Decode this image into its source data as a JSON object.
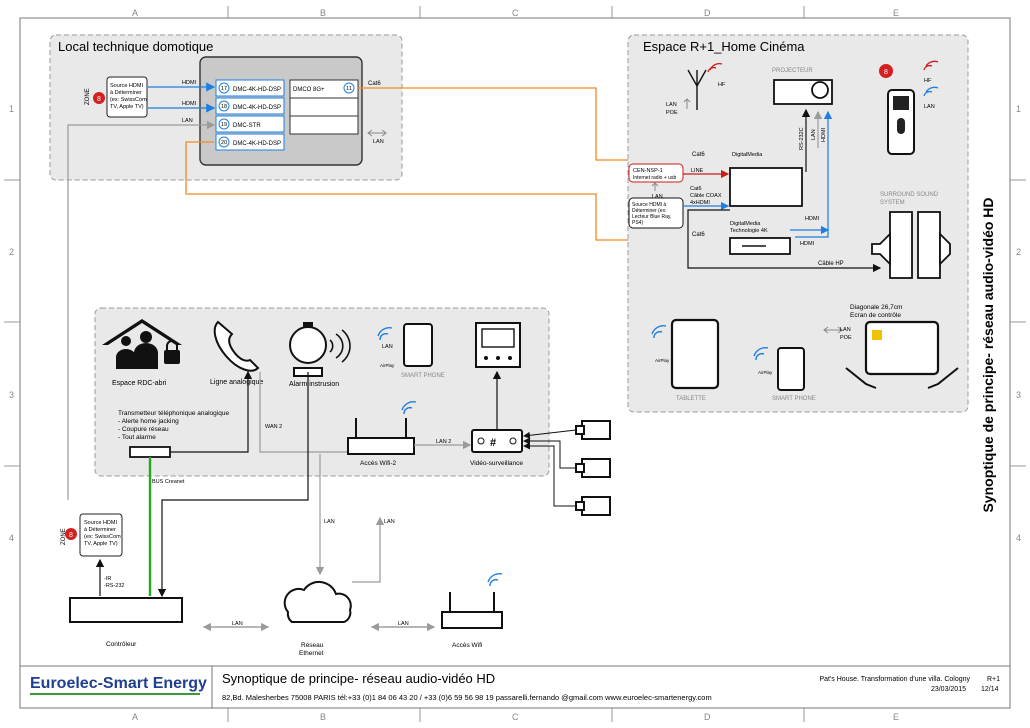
{
  "grid": {
    "columns": [
      "A",
      "B",
      "C",
      "D",
      "E"
    ],
    "rows": [
      "1",
      "2",
      "3",
      "4"
    ]
  },
  "sheet_title": "Synoptique de principe- réseau audio-vidéo HD",
  "zones": {
    "local_technique": {
      "title": "Local technique domotique",
      "source_hdmi": [
        "Source HDMI",
        "à Déterminer",
        "(ex: SwissCom",
        "TV, Apple TV)"
      ],
      "zone_label": "ZONE",
      "zone_number": "8",
      "matrix_cards": [
        {
          "slot": "17",
          "label": "DMC-4K-HD-DSP"
        },
        {
          "slot": "18",
          "label": "DMC-4K-HD-DSP"
        },
        {
          "slot": "19",
          "label": "DMC-STR"
        },
        {
          "slot": "20",
          "label": "DMC-4K-HD-DSP"
        }
      ],
      "output_card": {
        "label": "DMCO 8G+",
        "slot": "11"
      },
      "links": {
        "hdmi_1": "HDMI",
        "hdmi_2": "HDMI",
        "lan": "LAN",
        "lan_right": "LAN",
        "cat6": "Cat6"
      }
    },
    "home_cinema": {
      "title": "Espace R+1_Home Cinéma",
      "antenna": {
        "lan": "LAN",
        "poe": "POE",
        "rf": "HF"
      },
      "projector": "PROJECTEUR",
      "remote": {
        "zone_number": "8",
        "rf": "HF",
        "lan": "LAN"
      },
      "rs232": "RS-232C",
      "lan_vertical_1": "LAN",
      "lan_vertical_2": "HDMI",
      "cat6_top": "Cat6",
      "digitalmedia_top": "DigitalMedia",
      "cen": [
        "CEN-NSP-1",
        "Internet radio + usb"
      ],
      "line": "LINE",
      "lan_mid": "LAN",
      "cat6_coax": [
        "Cat6",
        "Câble COAX",
        "4xHDMI"
      ],
      "source_bluray": [
        "Source HDMI à",
        "Déterminer (ex:",
        "Lecteur Blue Ray,",
        "PS4)"
      ],
      "digitalmedia_bottom": [
        "DigitalMedia",
        "Technologie 4K"
      ],
      "cat6_bottom": "Cat6",
      "hdmi_a": "HDMI",
      "hdmi_b": "HDMI",
      "cable_hp": "Câble HP",
      "surround": [
        "SURROUND SOUND",
        "SYSTEM"
      ],
      "lan_poe": [
        "LAN",
        "POE"
      ],
      "touch_panel": [
        "Diagonale 26,7cm",
        "Ecran de contrôle"
      ],
      "tablet": {
        "label": "TABLETTE",
        "airplay": "AirPlay"
      },
      "phone": {
        "label": "SMART PHONE",
        "airplay": "AirPlay"
      }
    },
    "rdc": {
      "shelter": "Espace RDC-abri",
      "analog_line": "Ligne analogique",
      "alarm": "Alarm instrusion",
      "phone": {
        "label": "SMART PHONE",
        "lan": "LAN",
        "airplay": "AirPlay"
      },
      "transmitter": [
        "Transmetteur téléphonique analogique",
        "- Alerte home jacking",
        "- Coupure réseau",
        "- Tout alarme"
      ],
      "wan": "WAN 2",
      "wifi2": "Accès Wifi-2",
      "lan2": "LAN 2",
      "video": "Vidéo-surveillance",
      "bus": "BUS Creanet"
    },
    "bottom": {
      "zone_label": "ZONE",
      "zone_number": "8",
      "source_hdmi": [
        "Source HDMI",
        "à Déterminer",
        "(ex: SwissCom",
        "TV, Apple TV)"
      ],
      "ir": [
        "-IR",
        "-RS-232"
      ],
      "controller": "Contrôleur",
      "network": [
        "Réseau",
        "Ethernet"
      ],
      "wifi": "Accès Wifi",
      "lan_labels": [
        "LAN",
        "LAN",
        "LAN",
        "LAN"
      ]
    }
  },
  "footer": {
    "company": "Euroelec-Smart Energy",
    "title": "Synoptique de principe- réseau audio-vidéo HD",
    "address": "82,Bd. Malesherbes 75008 PARIS  tél:+33 (0)1 84 06 43 20 / +33 (0)6 59 56 98 19   passarelli.fernando @gmail.com  www.euroelec-smartenergy.com",
    "project": "Pat's House. Transformation d'une villa. Cologny",
    "date": "23/03/2015",
    "level": "R+1",
    "page": "12/14"
  },
  "colors": {
    "hdmi": "#1e7fe0",
    "cat6": "#f08a24",
    "lan": "#9a9a9a",
    "bus": "#22aa22",
    "zone_badge": "#d42020",
    "panel_fill": "#e9e9e9",
    "brand": "#1f3f8f"
  }
}
